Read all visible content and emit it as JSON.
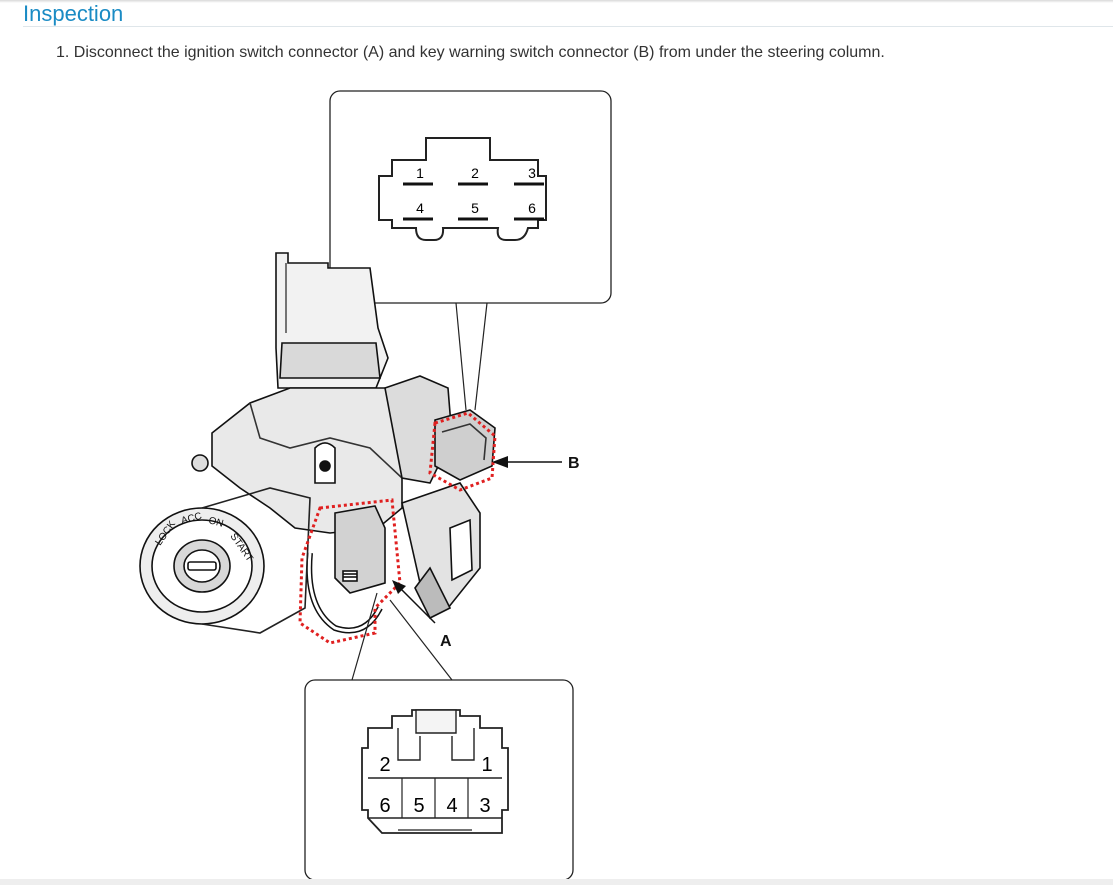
{
  "section": {
    "title": "Inspection"
  },
  "steps": [
    {
      "text": "1. Disconnect the ignition switch connector (A) and key warning switch connector (B) from under the steering column."
    }
  ],
  "figure": {
    "connector_b_pins_top": [
      "1",
      "2",
      "3"
    ],
    "connector_b_pins_bottom": [
      "4",
      "5",
      "6"
    ],
    "connector_a_pins_top": [
      "2",
      "1"
    ],
    "connector_a_pins_bottom": [
      "6",
      "5",
      "4",
      "3"
    ],
    "callout_a": "A",
    "callout_b": "B",
    "cylinder_markings": [
      "LOCK",
      "ACC",
      "ON",
      "START"
    ]
  }
}
